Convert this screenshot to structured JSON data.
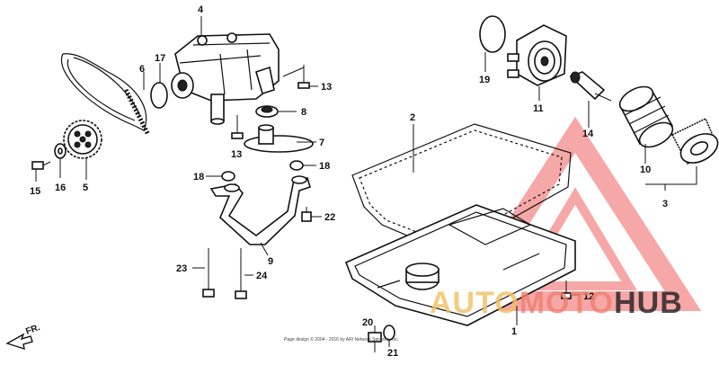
{
  "diagram": {
    "callouts": {
      "c1": "1",
      "c2": "2",
      "c3": "3",
      "c4": "4",
      "c5": "5",
      "c6": "6",
      "c7": "7",
      "c8": "8",
      "c9": "9",
      "c10": "10",
      "c11": "11",
      "c12": "12",
      "c13a": "13",
      "c13b": "13",
      "c14": "14",
      "c15": "15",
      "c16": "16",
      "c17": "17",
      "c18a": "18",
      "c18b": "18",
      "c19": "19",
      "c20": "20",
      "c21": "21",
      "c22": "22",
      "c23": "23",
      "c24": "24"
    },
    "direction_label": "FR.",
    "copyright": "Page design © 2004 - 2016 by ARI Network Services, Inc."
  },
  "watermark": {
    "word_part1": "AUTO",
    "word_part2": "MOTO",
    "word_part3": "HUB",
    "triangle_color": "#f06060",
    "auto_color": "#f0c060",
    "hub_color": "#202020"
  }
}
